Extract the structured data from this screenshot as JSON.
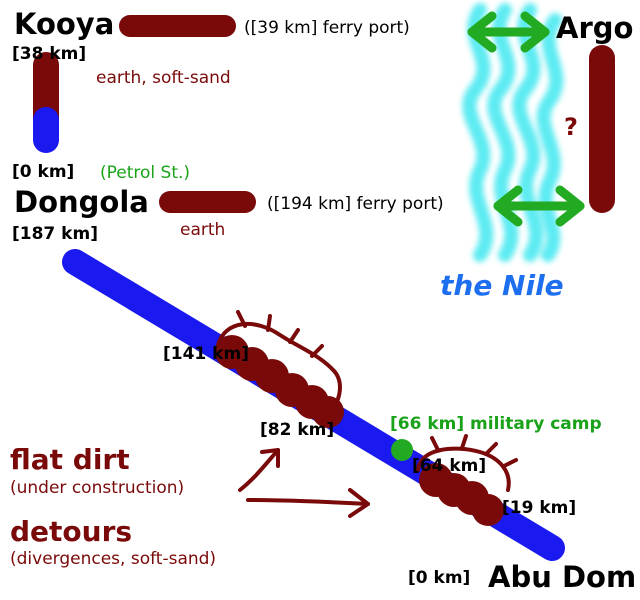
{
  "towns": {
    "kooya": "Kooya",
    "argo": "Argo",
    "dongola": "Dongola",
    "abu_dom": "Abu Dom"
  },
  "distances": {
    "kooya_km": "[38 km]",
    "petrol_0km": "[0 km]",
    "dongola_km": "[187 km]",
    "km141": "[141 km]",
    "km82": "[82 km]",
    "km64": "[64 km]",
    "km19": "[19 km]",
    "abu_dom_km": "[0 km]"
  },
  "notes": {
    "ferry_39": "([39 km] ferry port)",
    "ferry_194": "([194 km] ferry port)",
    "kooya_road": "earth, soft-sand",
    "dongola_road": "earth",
    "petrol": "(Petrol St.)",
    "unknown": "?",
    "river": "the Nile",
    "military_camp": "[66 km] military camp"
  },
  "legend": {
    "flat_dirt": "flat dirt",
    "flat_dirt_sub": "(under construction)",
    "detours": "detours",
    "detours_sub": "(divergences, soft-sand)"
  },
  "colors": {
    "road_dirt": "#7a0a0a",
    "highway": "#1a1af0",
    "ferry_arrow": "#22aa22",
    "river": "#40e8f0",
    "label_green": "#1aa31a",
    "river_label": "#1e6ef0"
  }
}
